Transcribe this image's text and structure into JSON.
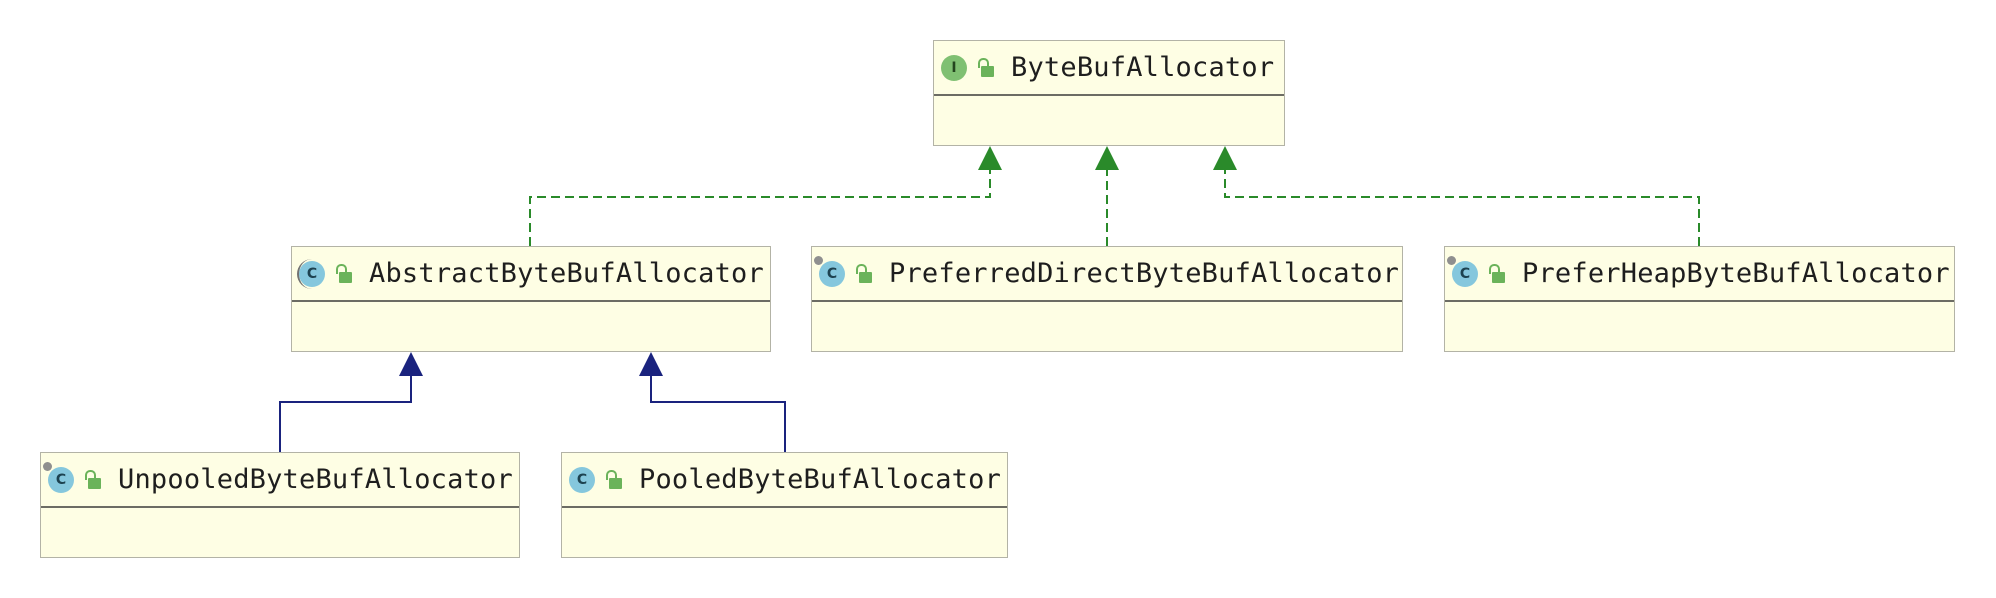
{
  "diagram": {
    "type": "uml-class-diagram",
    "colors": {
      "implements": "#2a8a2a",
      "extends": "#1a237e",
      "node_fill": "#fefee4",
      "node_border": "#b3b3a6"
    },
    "nodes": [
      {
        "id": "bytebufallocator",
        "name": "ByteBufAllocator",
        "kind": "interface",
        "kind_label": "I"
      },
      {
        "id": "abstractbytebufallocator",
        "name": "AbstractByteBufAllocator",
        "kind": "abstract-class",
        "kind_label": "C"
      },
      {
        "id": "preferreddirectbytebufallocator",
        "name": "PreferredDirectByteBufAllocator",
        "kind": "class",
        "kind_label": "C"
      },
      {
        "id": "preferheapbytebufallocator",
        "name": "PreferHeapByteBufAllocator",
        "kind": "class",
        "kind_label": "C"
      },
      {
        "id": "unpooledbytebufallocator",
        "name": "UnpooledByteBufAllocator",
        "kind": "class",
        "kind_label": "C"
      },
      {
        "id": "pooledbytebufallocator",
        "name": "PooledByteBufAllocator",
        "kind": "class",
        "kind_label": "C"
      }
    ],
    "edges": [
      {
        "from": "abstractbytebufallocator",
        "to": "bytebufallocator",
        "type": "implements"
      },
      {
        "from": "preferreddirectbytebufallocator",
        "to": "bytebufallocator",
        "type": "implements"
      },
      {
        "from": "preferheapbytebufallocator",
        "to": "bytebufallocator",
        "type": "implements"
      },
      {
        "from": "unpooledbytebufallocator",
        "to": "abstractbytebufallocator",
        "type": "extends"
      },
      {
        "from": "pooledbytebufallocator",
        "to": "abstractbytebufallocator",
        "type": "extends"
      }
    ]
  }
}
